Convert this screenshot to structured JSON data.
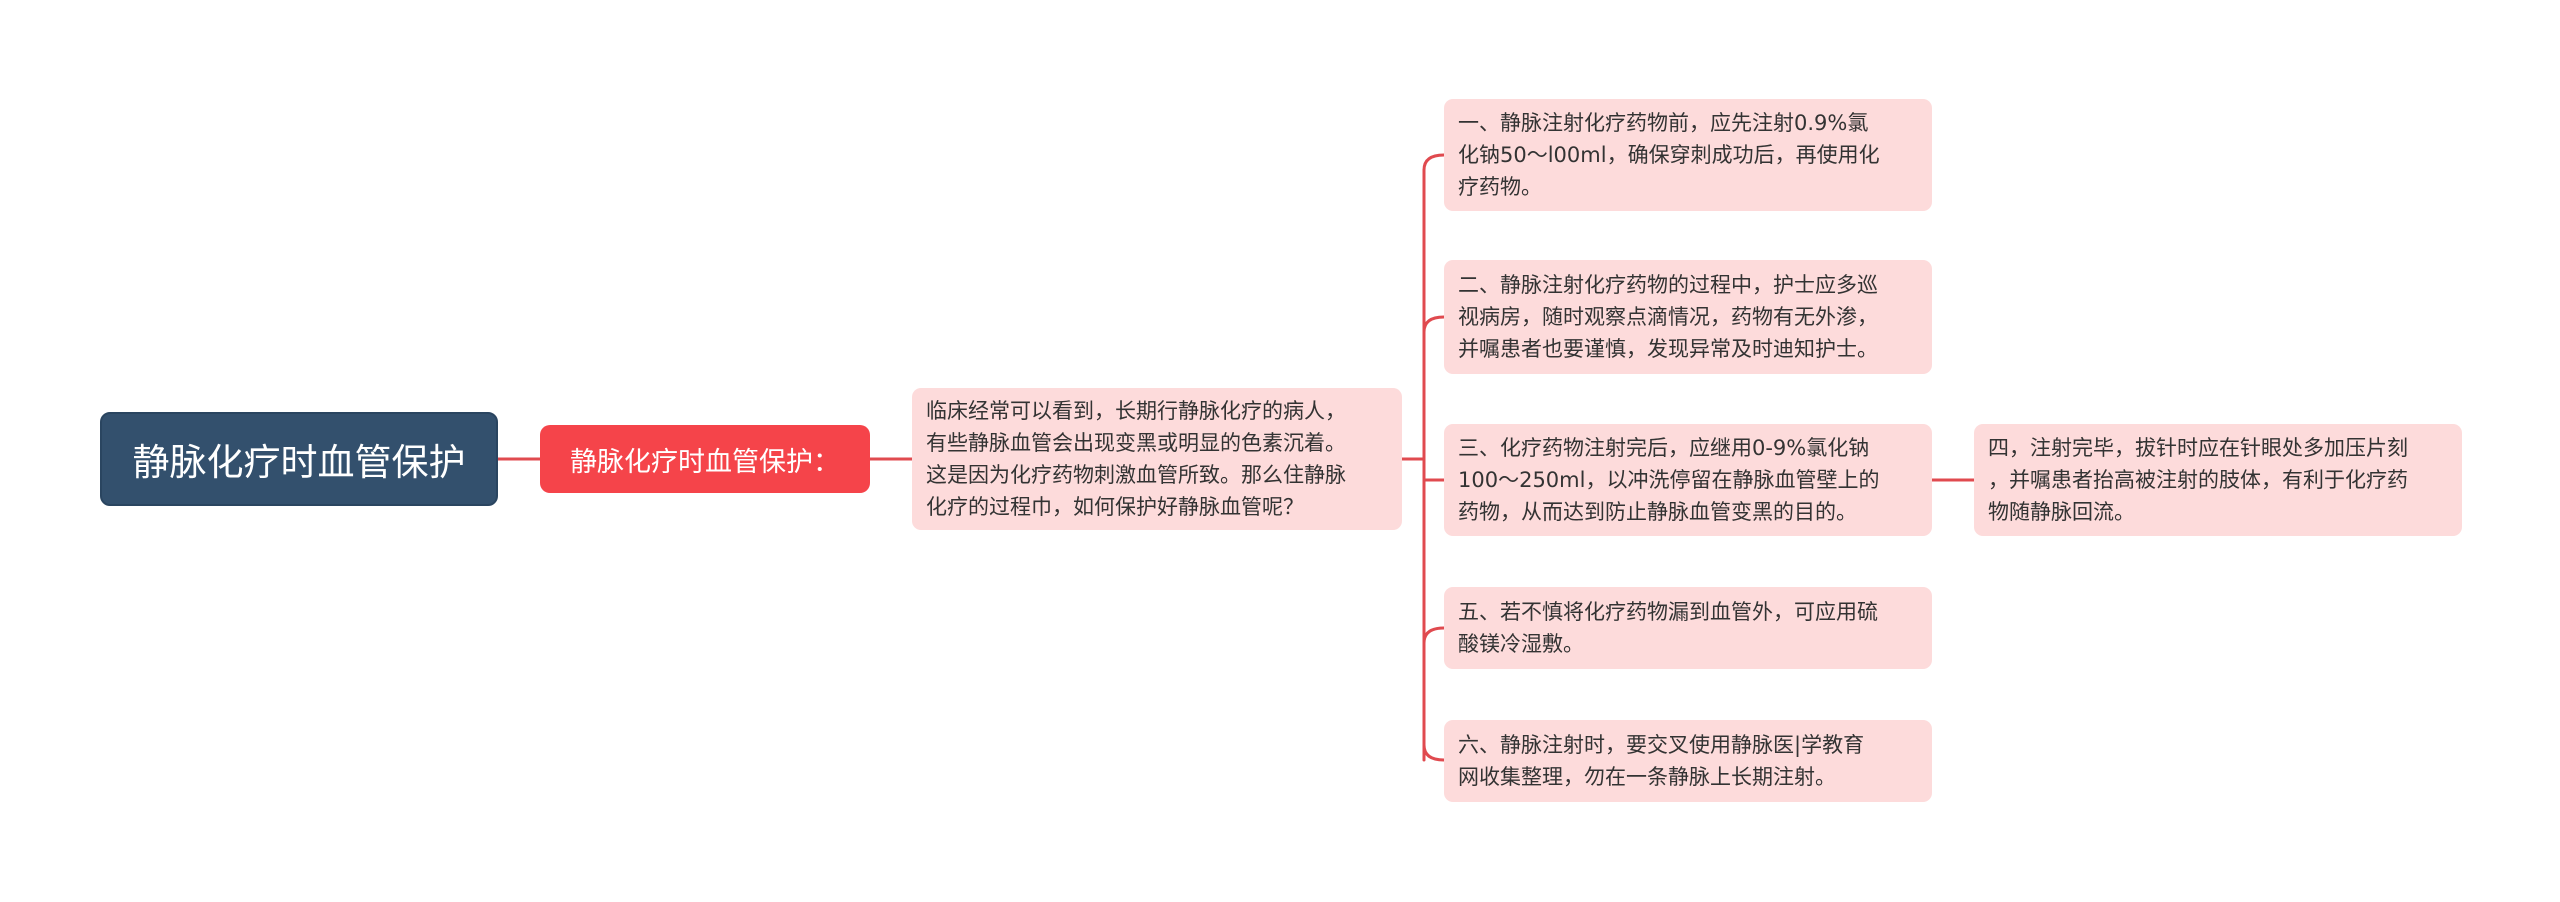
{
  "colors": {
    "root_fill": "#33506d",
    "level1_fill": "#f5444a",
    "card_fill": "#fddbdb",
    "connector": "#e04a4f",
    "text_dark": "#333333",
    "text_light": "#ffffff"
  },
  "root": {
    "label": "静脉化疗时血管保护"
  },
  "level1": {
    "label": "静脉化疗时血管保护："
  },
  "intro": {
    "lines": [
      "临床经常可以看到，长期行静脉化疗的病人，",
      "有些静脉血管会出现变黑或明显的色素沉着。",
      "这是因为化疗药物刺激血管所致。那么住静脉",
      "化疗的过程巾，如何保护好静脉血管呢？"
    ]
  },
  "branches": [
    {
      "lines": [
        "一、静脉注射化疗药物前，应先注射0.9%氯",
        "化钠50～l00ml，确保穿刺成功后，再使用化",
        "疗药物。"
      ]
    },
    {
      "lines": [
        "二、静脉注射化疗药物的过程中，护士应多巡",
        "视病房，随时观察点滴情况，药物有无外渗，",
        "并嘱患者也要谨慎，发现异常及时迪知护士。"
      ]
    },
    {
      "lines": [
        "三、化疗药物注射完后，应继用0-9%氯化钠",
        "100～250ml，以冲洗停留在静脉血管壁上的",
        "药物，从而达到防止静脉血管变黑的目的。"
      ],
      "child": {
        "lines": [
          "四，注射完毕，拔针时应在针眼处多加压片刻",
          "，并嘱患者抬高被注射的肢体，有利于化疗药",
          "物随静脉回流。"
        ]
      }
    },
    {
      "lines": [
        "五、若不慎将化疗药物漏到血管外，可应用硫",
        "酸镁冷湿敷。"
      ]
    },
    {
      "lines": [
        "六、静脉注射时，要交叉使用静脉医|学教育",
        "网收集整理，勿在一条静脉上长期注射。"
      ]
    }
  ]
}
